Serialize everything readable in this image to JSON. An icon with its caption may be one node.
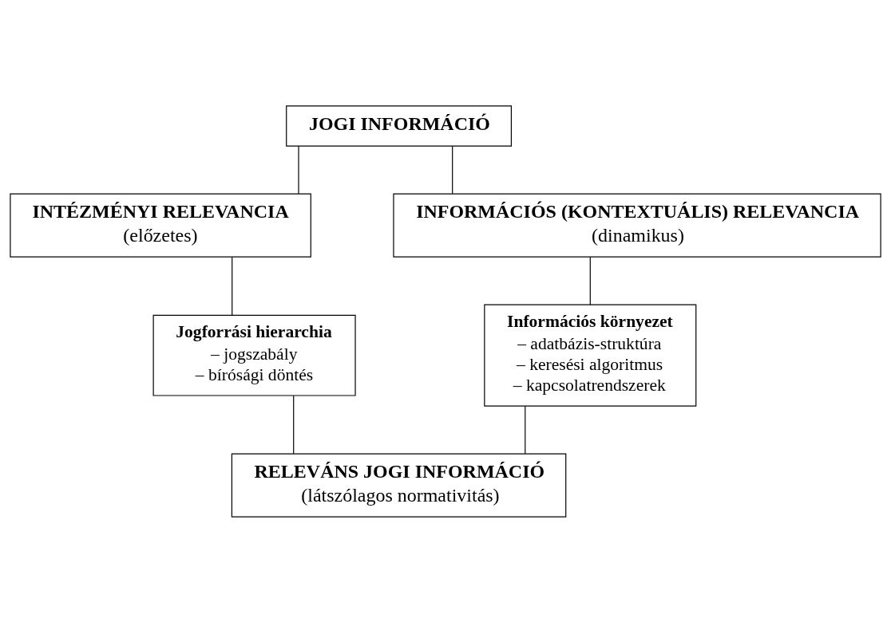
{
  "diagram": {
    "nodes": [
      {
        "text": [
          "JOGI INFORMÁCIÓ"
        ]
      },
      {
        "text": [
          "INTÉZMÉNYI RELEVANCIA",
          "(előzetes)"
        ]
      },
      {
        "text": [
          "INFORMÁCIÓS (KONTEXTUÁLIS) RELEVANCIA",
          "(dinamikus)"
        ]
      },
      {
        "text": [
          "Jogforrási hierarchia",
          "– jogszabály",
          "– bírósági döntés"
        ]
      },
      {
        "text": [
          "Információs környezet",
          "– adatbázis-struktúra",
          "– keresési algoritmus",
          "– kapcsolatrendszerek"
        ]
      },
      {
        "text": [
          "RELEVÁNS JOGI INFORMÁCIÓ",
          "(látszólagos normativitás)"
        ]
      }
    ],
    "edges": [
      {
        "from": 0,
        "to": 1,
        "arrow": "none"
      },
      {
        "from": 0,
        "to": 2,
        "arrow": "none"
      },
      {
        "from": 1,
        "to": 3,
        "arrow": "none"
      },
      {
        "from": 2,
        "to": 4,
        "arrow": "none"
      },
      {
        "from": 3,
        "to": 5,
        "arrow": "none"
      },
      {
        "from": 4,
        "to": 5,
        "arrow": "none"
      }
    ]
  }
}
